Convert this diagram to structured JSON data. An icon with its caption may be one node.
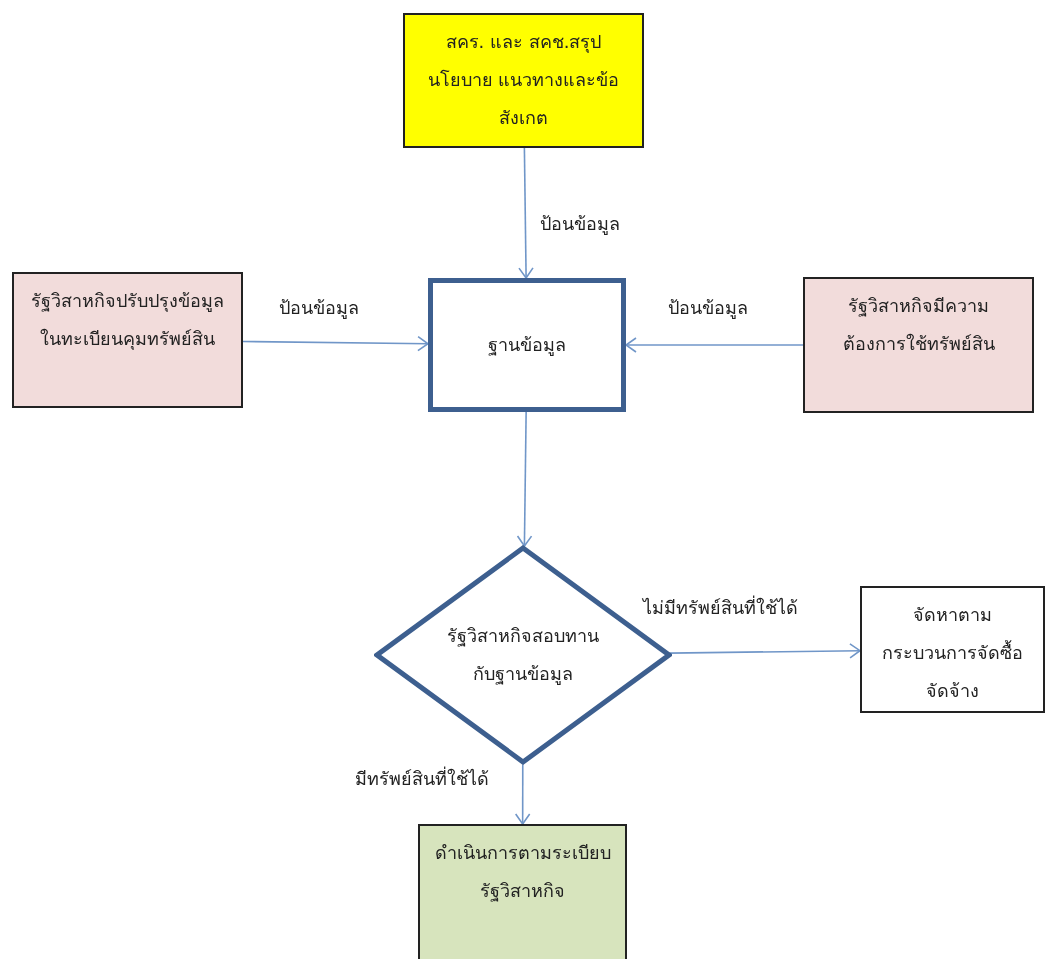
{
  "diagram": {
    "nodes": [
      {
        "text": [
          "สคร. และ สคช.สรุปนโยบาย แนวทางและข้อสังเกต"
        ]
      },
      {
        "text": [
          "รัฐวิสาหกิจปรับปรุงข้อมูลในทะเบียนคุมทรัพย์สิน"
        ]
      },
      {
        "text": [
          "ฐานข้อมูล"
        ]
      },
      {
        "text": [
          "รัฐวิสาหกิจมีความต้องการใช้ทรัพย์สิน"
        ]
      },
      {
        "text": [
          "รัฐวิสาหกิจสอบทานกับฐานข้อมูล"
        ]
      },
      {
        "text": [
          "จัดหาตามกระบวนการจัดซื้อจัดจ้าง"
        ]
      },
      {
        "text": [
          "ดำเนินการตามระเบียบรัฐวิสาหกิจ"
        ]
      }
    ],
    "edges": [
      {
        "from": 0,
        "to": 2,
        "arrow": "to",
        "label": "ป้อนข้อมูล"
      },
      {
        "from": 1,
        "to": 2,
        "arrow": "to",
        "label": "ป้อนข้อมูล"
      },
      {
        "from": 3,
        "to": 2,
        "arrow": "to",
        "label": "ป้อนข้อมูล"
      },
      {
        "from": 2,
        "to": 4,
        "arrow": "to"
      },
      {
        "from": 4,
        "to": 5,
        "arrow": "to",
        "label": "ไม่มีทรัพย์สินที่ใช้ได้"
      },
      {
        "from": 4,
        "to": 6,
        "arrow": "to",
        "label": "มีทรัพย์สินที่ใช้ได้"
      }
    ]
  }
}
